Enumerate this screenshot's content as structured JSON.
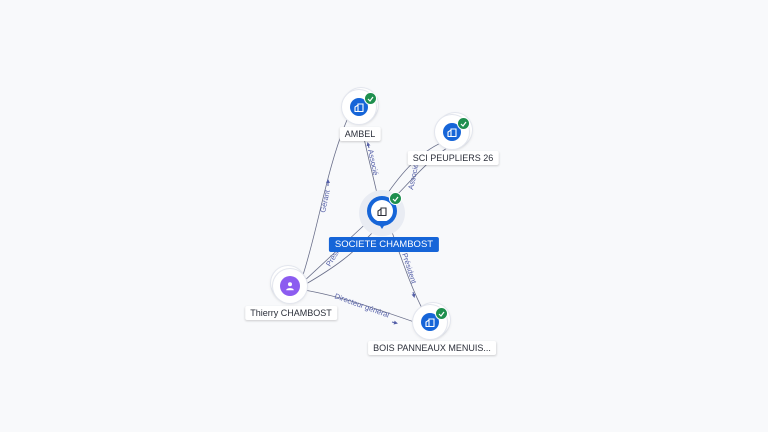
{
  "colors": {
    "company": "#1665d8",
    "person": "#8c5cf0",
    "active": "#1e8f4e",
    "edge": "#6a6f8a",
    "edge_label": "#5560a8"
  },
  "nodes": {
    "ambel": {
      "label": "AMBEL",
      "kind": "company",
      "icon": "building-icon",
      "status": "active"
    },
    "sci": {
      "label": "SCI PEUPLIERS 26",
      "kind": "company",
      "icon": "building-icon",
      "status": "active"
    },
    "societe": {
      "label": "SOCIETE CHAMBOST",
      "kind": "company",
      "icon": "building-icon",
      "status": "active",
      "focused": true
    },
    "thierry": {
      "label": "Thierry CHAMBOST",
      "kind": "person",
      "icon": "person-icon"
    },
    "bois": {
      "label": "BOIS PANNEAUX MENUIS...",
      "kind": "company",
      "icon": "building-icon",
      "status": "active"
    }
  },
  "edges": {
    "societe_ambel": {
      "label": "Associé"
    },
    "societe_sci": {
      "label": "Associé"
    },
    "thierry_ambel": {
      "label": "Gérant"
    },
    "thierry_societe": {
      "label": "Président"
    },
    "societe_bois": {
      "label": "Président"
    },
    "thierry_bois": {
      "label": "Directeur général"
    }
  }
}
